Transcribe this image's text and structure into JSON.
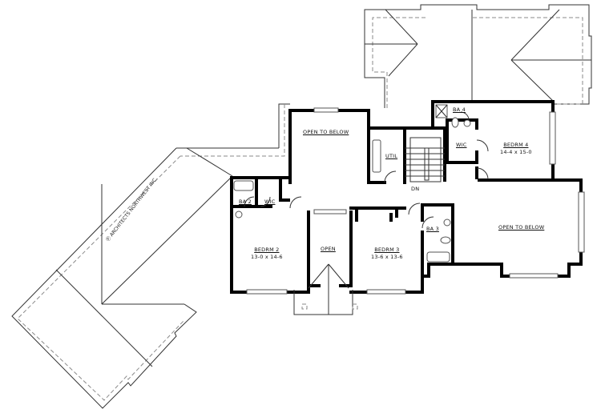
{
  "drawing": {
    "type": "upper floor plan",
    "watermark": "ARCHITECTS NORTHWEST INC.",
    "colors": {
      "walls": "#000000",
      "roof_lines": "#333333",
      "dashed_outline": "#8a8a8a",
      "background": "#ffffff"
    }
  },
  "rooms": {
    "open_to_below_1": {
      "name": "OPEN TO BELOW"
    },
    "util": {
      "name": "UTIL"
    },
    "stairs": {
      "label": "DN"
    },
    "ba4": {
      "name": "BA 4"
    },
    "wic4": {
      "name": "WIC"
    },
    "bedrm4": {
      "name": "BEDRM 4",
      "dims": "14-4 x 15-0"
    },
    "ba2": {
      "name": "BA 2"
    },
    "wic2": {
      "name": "WIC"
    },
    "bedrm2": {
      "name": "BEDRM 2",
      "dims": "13-0 x 14-6"
    },
    "open": {
      "name": "OPEN"
    },
    "bedrm3": {
      "name": "BEDRM 3",
      "dims": "13-6 x 13-6"
    },
    "ba3": {
      "name": "BA 3"
    },
    "open_to_below_2": {
      "name": "OPEN TO BELOW"
    }
  }
}
